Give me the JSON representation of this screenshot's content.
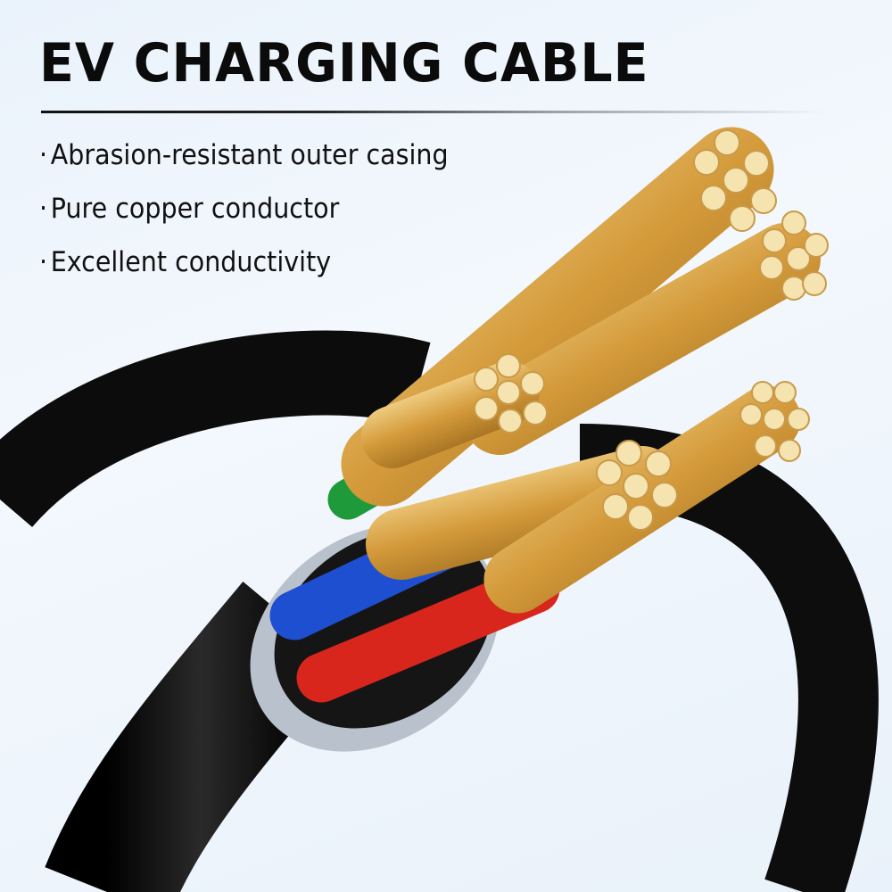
{
  "header": {
    "title": "EV CHARGING CABLE"
  },
  "features": [
    {
      "bullet": "·",
      "text": "Abrasion-resistant outer casing"
    },
    {
      "bullet": "·",
      "text": "Pure copper conductor"
    },
    {
      "bullet": "·",
      "text": "Excellent conductivity"
    }
  ],
  "image": {
    "subject": "cable-cross-section",
    "colors": {
      "jacket": "#111111",
      "copper": "#d9a441",
      "blue": "#1f4fd1",
      "red": "#d8261c",
      "green": "#1f9a3a",
      "yellow": "#e6c21a"
    }
  }
}
